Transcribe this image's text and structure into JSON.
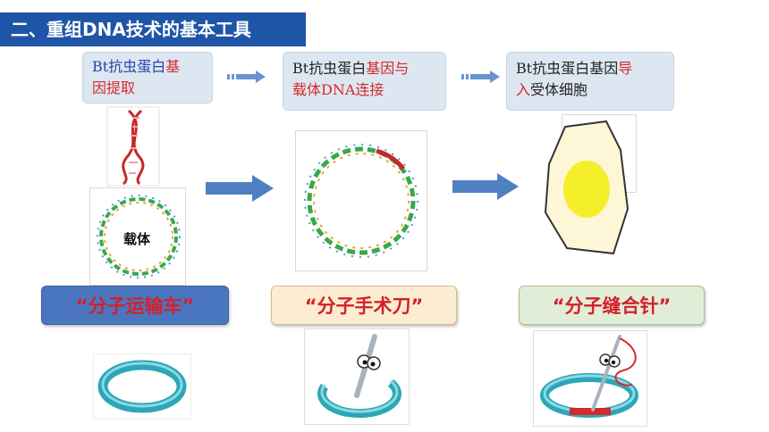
{
  "title": "二、重组DNA技术的基本工具",
  "steps": [
    {
      "part1": "Bt抗虫蛋白",
      "part2": "基",
      "part3": "因提取"
    },
    {
      "part1": "Bt抗虫蛋白",
      "part2": "基因与",
      "part3": "载体DNA连接"
    },
    {
      "part1": "Bt抗虫蛋白基因",
      "part2": "导",
      "part3": "入",
      "part4": "受体细胞"
    }
  ],
  "vector_label": "载体",
  "tools": [
    {
      "label": "“分子运输车”",
      "bg": "#4a76c0",
      "border": "#3a5f9e"
    },
    {
      "label": "“分子手术刀”",
      "bg": "#fcecd2",
      "border": "#d9b98a"
    },
    {
      "label": "“分子缝合针”",
      "bg": "#e2edd8",
      "border": "#a7c48d"
    }
  ],
  "colors": {
    "title_bg": "#1f55a6",
    "arrow": "#4f81c2",
    "ring": "#2aa7b8",
    "cell_yellow": "#f5ef2a"
  }
}
